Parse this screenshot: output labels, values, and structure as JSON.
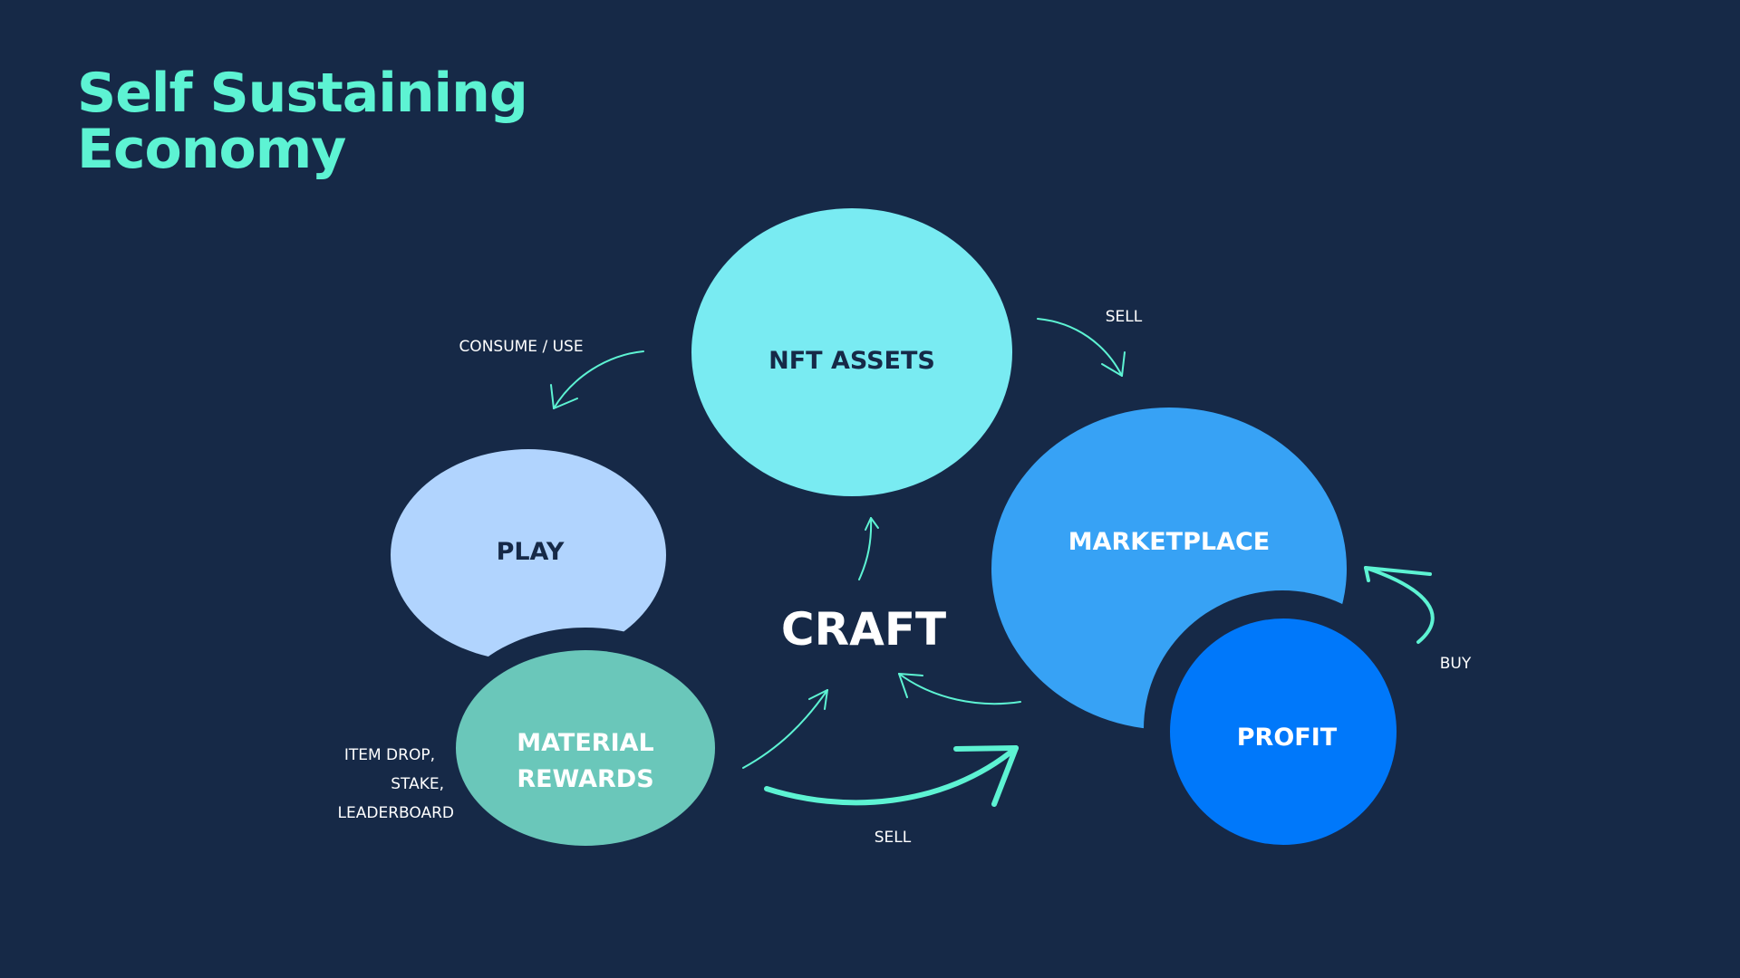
{
  "title": {
    "line1": "Self Sustaining",
    "line2": "Economy"
  },
  "nodes": {
    "nft_assets": "NFT ASSETS",
    "play": "PLAY",
    "material_rewards_line1": "MATERIAL",
    "material_rewards_line2": "REWARDS",
    "craft": "CRAFT",
    "marketplace": "MARKETPLACE",
    "profit": "PROFIT"
  },
  "edge_labels": {
    "consume_use": "CONSUME / USE",
    "sell_top": "SELL",
    "sell_bottom": "SELL",
    "buy": "BUY",
    "item_drop": "ITEM DROP,",
    "stake": "STAKE,",
    "leaderboard": "LEADERBOARD"
  },
  "colors": {
    "background": "#162947",
    "title": "#5DF3D3",
    "nft_assets": "#79EBF2",
    "play": "#B1D4FE",
    "material_rewards": "#6AC7BA",
    "marketplace": "#37A2F5",
    "profit": "#0078FA",
    "arrow": "#5DF3D3",
    "dark_text": "#162947",
    "light_text": "#FFFFFF"
  }
}
